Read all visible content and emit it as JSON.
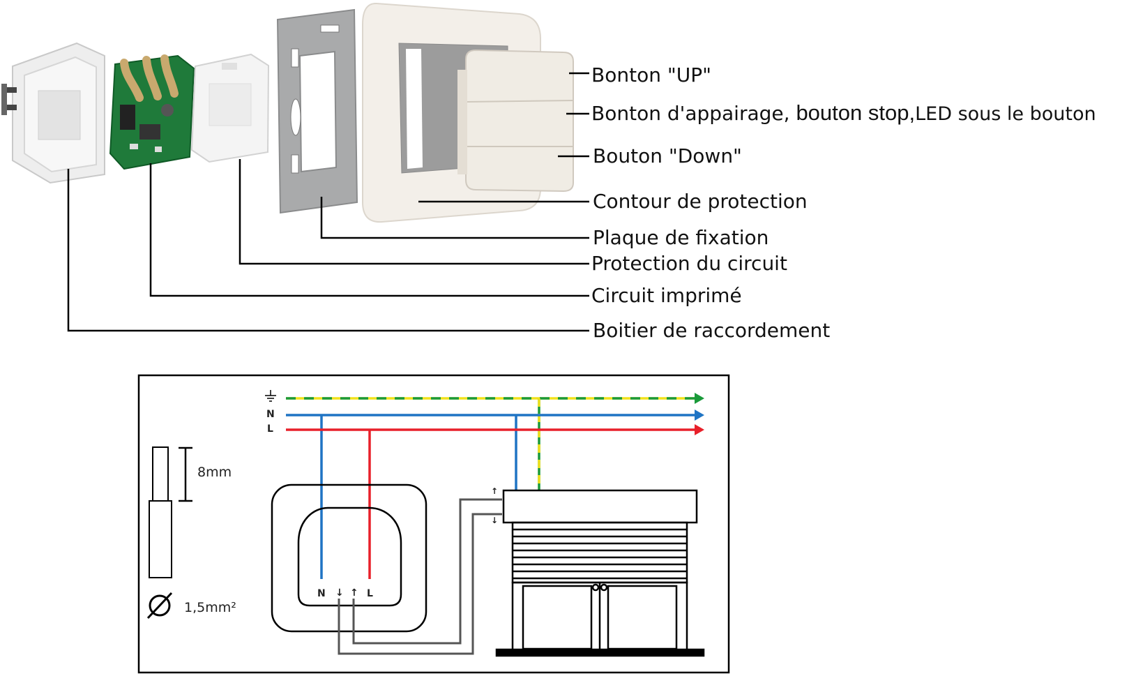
{
  "callouts": {
    "up": "Bonton \"UP\"",
    "pair_a": "Bonton d'appairage,",
    "pair_b": "bouton stop",
    "pair_c": ",",
    "pair_d": "LED sous le bouton",
    "down": "Bouton \"Down\"",
    "contour": "Contour de protection",
    "plaque": "Plaque de fixation",
    "protection": "Protection du circuit",
    "circuit": "Circuit imprimé",
    "boitier": "Boitier de raccordement"
  },
  "wiring": {
    "bus_n": "N",
    "bus_l": "L",
    "term_n": "N",
    "term_down": "↓",
    "term_up": "↑",
    "term_l": "L",
    "motor_up": "↑",
    "motor_down": "↓",
    "strip_length": "8mm",
    "section": "1,5mm²",
    "diameter_symbol": "⌀"
  },
  "colors": {
    "live": "#e8202a",
    "neutral": "#1f74c4",
    "earth_green": "#1a9a3a",
    "earth_yellow": "#f2e21c",
    "motor_wire": "#555555"
  },
  "icons": [
    "ground-icon",
    "diameter-icon"
  ]
}
